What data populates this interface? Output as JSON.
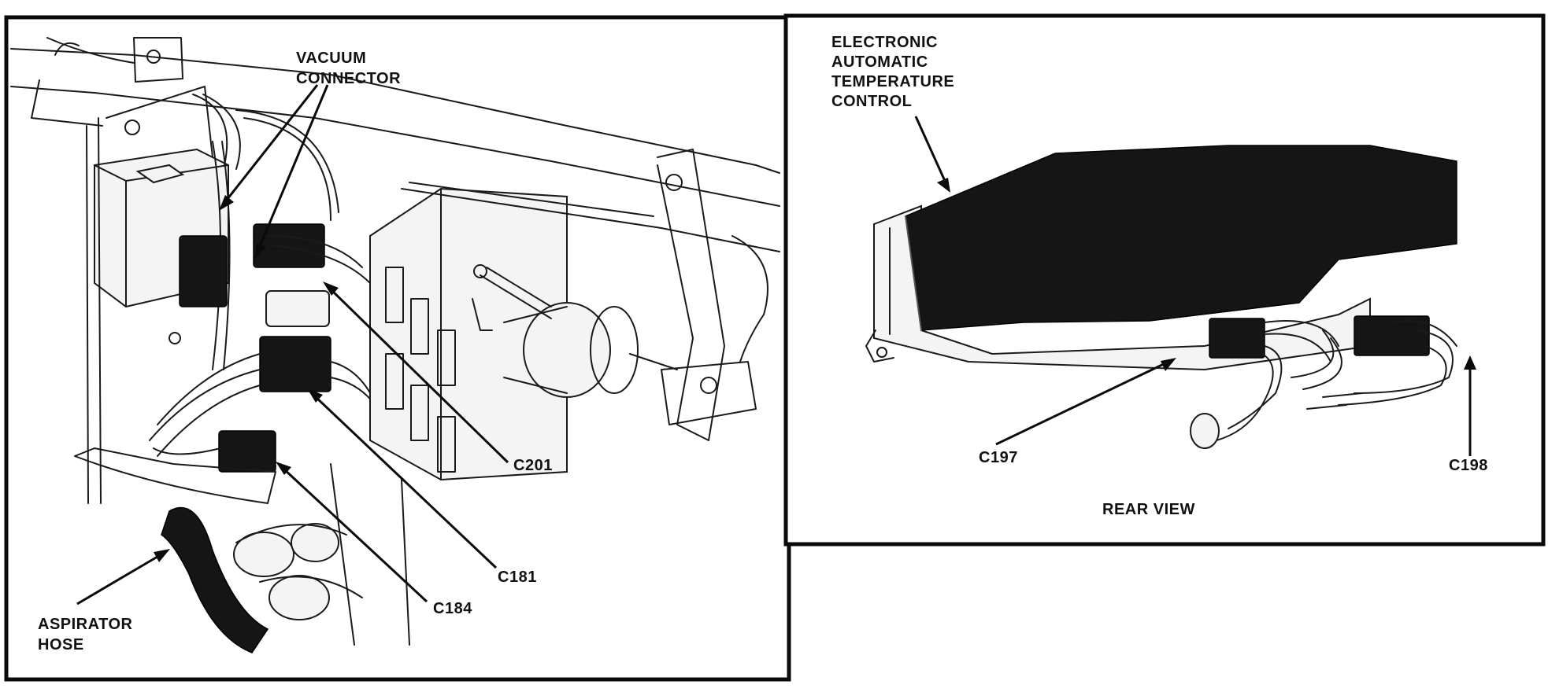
{
  "left_panel": {
    "labels": {
      "vacuum_connector_line1": "VACUUM",
      "vacuum_connector_line2": "CONNECTOR",
      "c201": "C201",
      "c181": "C181",
      "c184": "C184",
      "aspirator_line1": "ASPIRATOR",
      "aspirator_line2": "HOSE"
    }
  },
  "right_panel": {
    "labels": {
      "eatc_line1": "ELECTRONIC",
      "eatc_line2": "AUTOMATIC",
      "eatc_line3": "TEMPERATURE",
      "eatc_line4": "CONTROL",
      "c197": "C197",
      "c198": "C198",
      "view_caption": "REAR VIEW"
    }
  },
  "colors": {
    "ink": "#111111",
    "paper": "#ffffff"
  }
}
